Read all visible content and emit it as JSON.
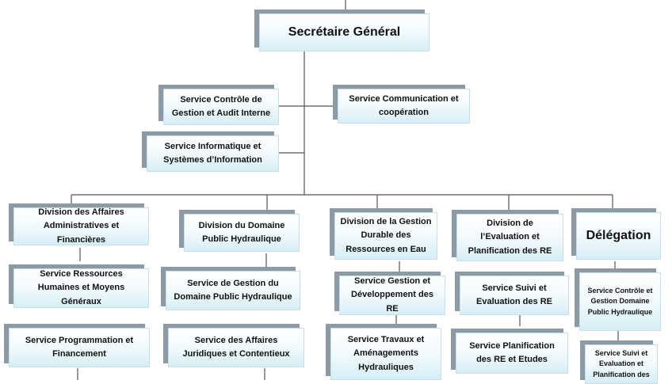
{
  "chart": {
    "root": "Secrétaire Général",
    "staff": {
      "controle": "Service Contrôle de Gestion et Audit Interne",
      "communication": "Service Communication et coopération",
      "informatique": "Service Informatique et Systèmes d’Information"
    },
    "divisions": {
      "daf": {
        "title": "Division des Affaires Administratives et Financières",
        "services": [
          "Service Ressources Humaines et Moyens Généraux",
          "Service Programmation et Financement"
        ]
      },
      "ddph": {
        "title": "Division du Domaine Public Hydraulique",
        "services": [
          "Service de Gestion du Domaine Public Hydraulique",
          "Service des Affaires Juridiques et Contentieux"
        ]
      },
      "dgdre": {
        "title": "Division de la Gestion Durable des Ressources en Eau",
        "services": [
          "Service Gestion et Développement des RE",
          "Service Travaux et Aménagements Hydrauliques"
        ]
      },
      "depre": {
        "title": "Division de l’Evaluation et Planification des RE",
        "services": [
          "Service Suivi et Evaluation des RE",
          "Service Planification des RE et Etudes"
        ]
      },
      "delegation": {
        "title": "Délégation",
        "services": [
          "Service Contrôle et Gestion Domaine Public Hydraulique",
          "Service Suivi et Evaluation et Planification des"
        ]
      }
    }
  }
}
